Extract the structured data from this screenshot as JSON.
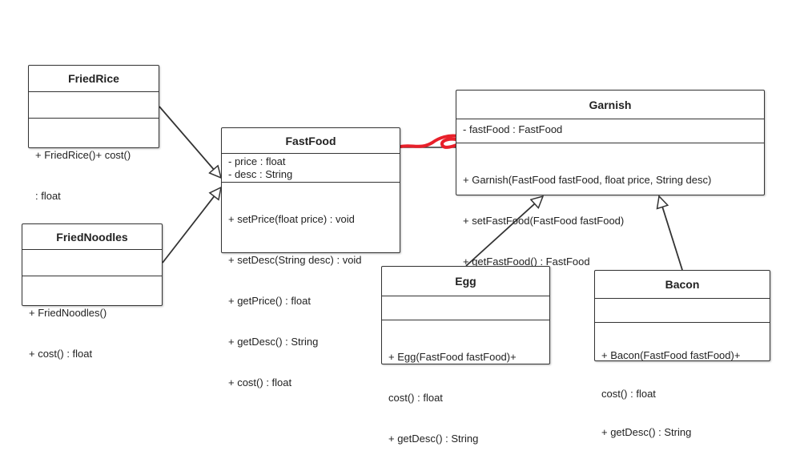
{
  "classes": {
    "fried_rice": {
      "name": "FriedRice",
      "attributes": [],
      "operations": [
        "+ FriedRice()+ cost()",
        ": float"
      ]
    },
    "fried_noodles": {
      "name": "FriedNoodles",
      "attributes": [],
      "operations": [
        "+ FriedNoodles()",
        "+ cost() : float"
      ]
    },
    "fast_food": {
      "name": "FastFood",
      "attributes": [
        "- price : float",
        "- desc : String"
      ],
      "operations": [
        "+ setPrice(float price) : void",
        "+ setDesc(String desc) : void",
        "+ getPrice() : float",
        "+ getDesc() : String",
        "+ cost() : float"
      ]
    },
    "garnish": {
      "name": "Garnish",
      "attributes": [
        "- fastFood : FastFood"
      ],
      "operations": [
        "+ Garnish(FastFood fastFood, float price, String desc)",
        "+ setFastFood(FastFood fastFood)",
        "+ getFastFood() : FastFood"
      ]
    },
    "egg": {
      "name": "Egg",
      "attributes": [],
      "operations": [
        "+ Egg(FastFood fastFood)+",
        "cost() : float",
        "+ getDesc() : String"
      ]
    },
    "bacon": {
      "name": "Bacon",
      "attributes": [],
      "operations": [
        "+ Bacon(FastFood fastFood)+",
        "cost() : float",
        "+ getDesc() : String"
      ]
    }
  },
  "colors": {
    "border": "#333333",
    "annotation": "#e8202a"
  }
}
